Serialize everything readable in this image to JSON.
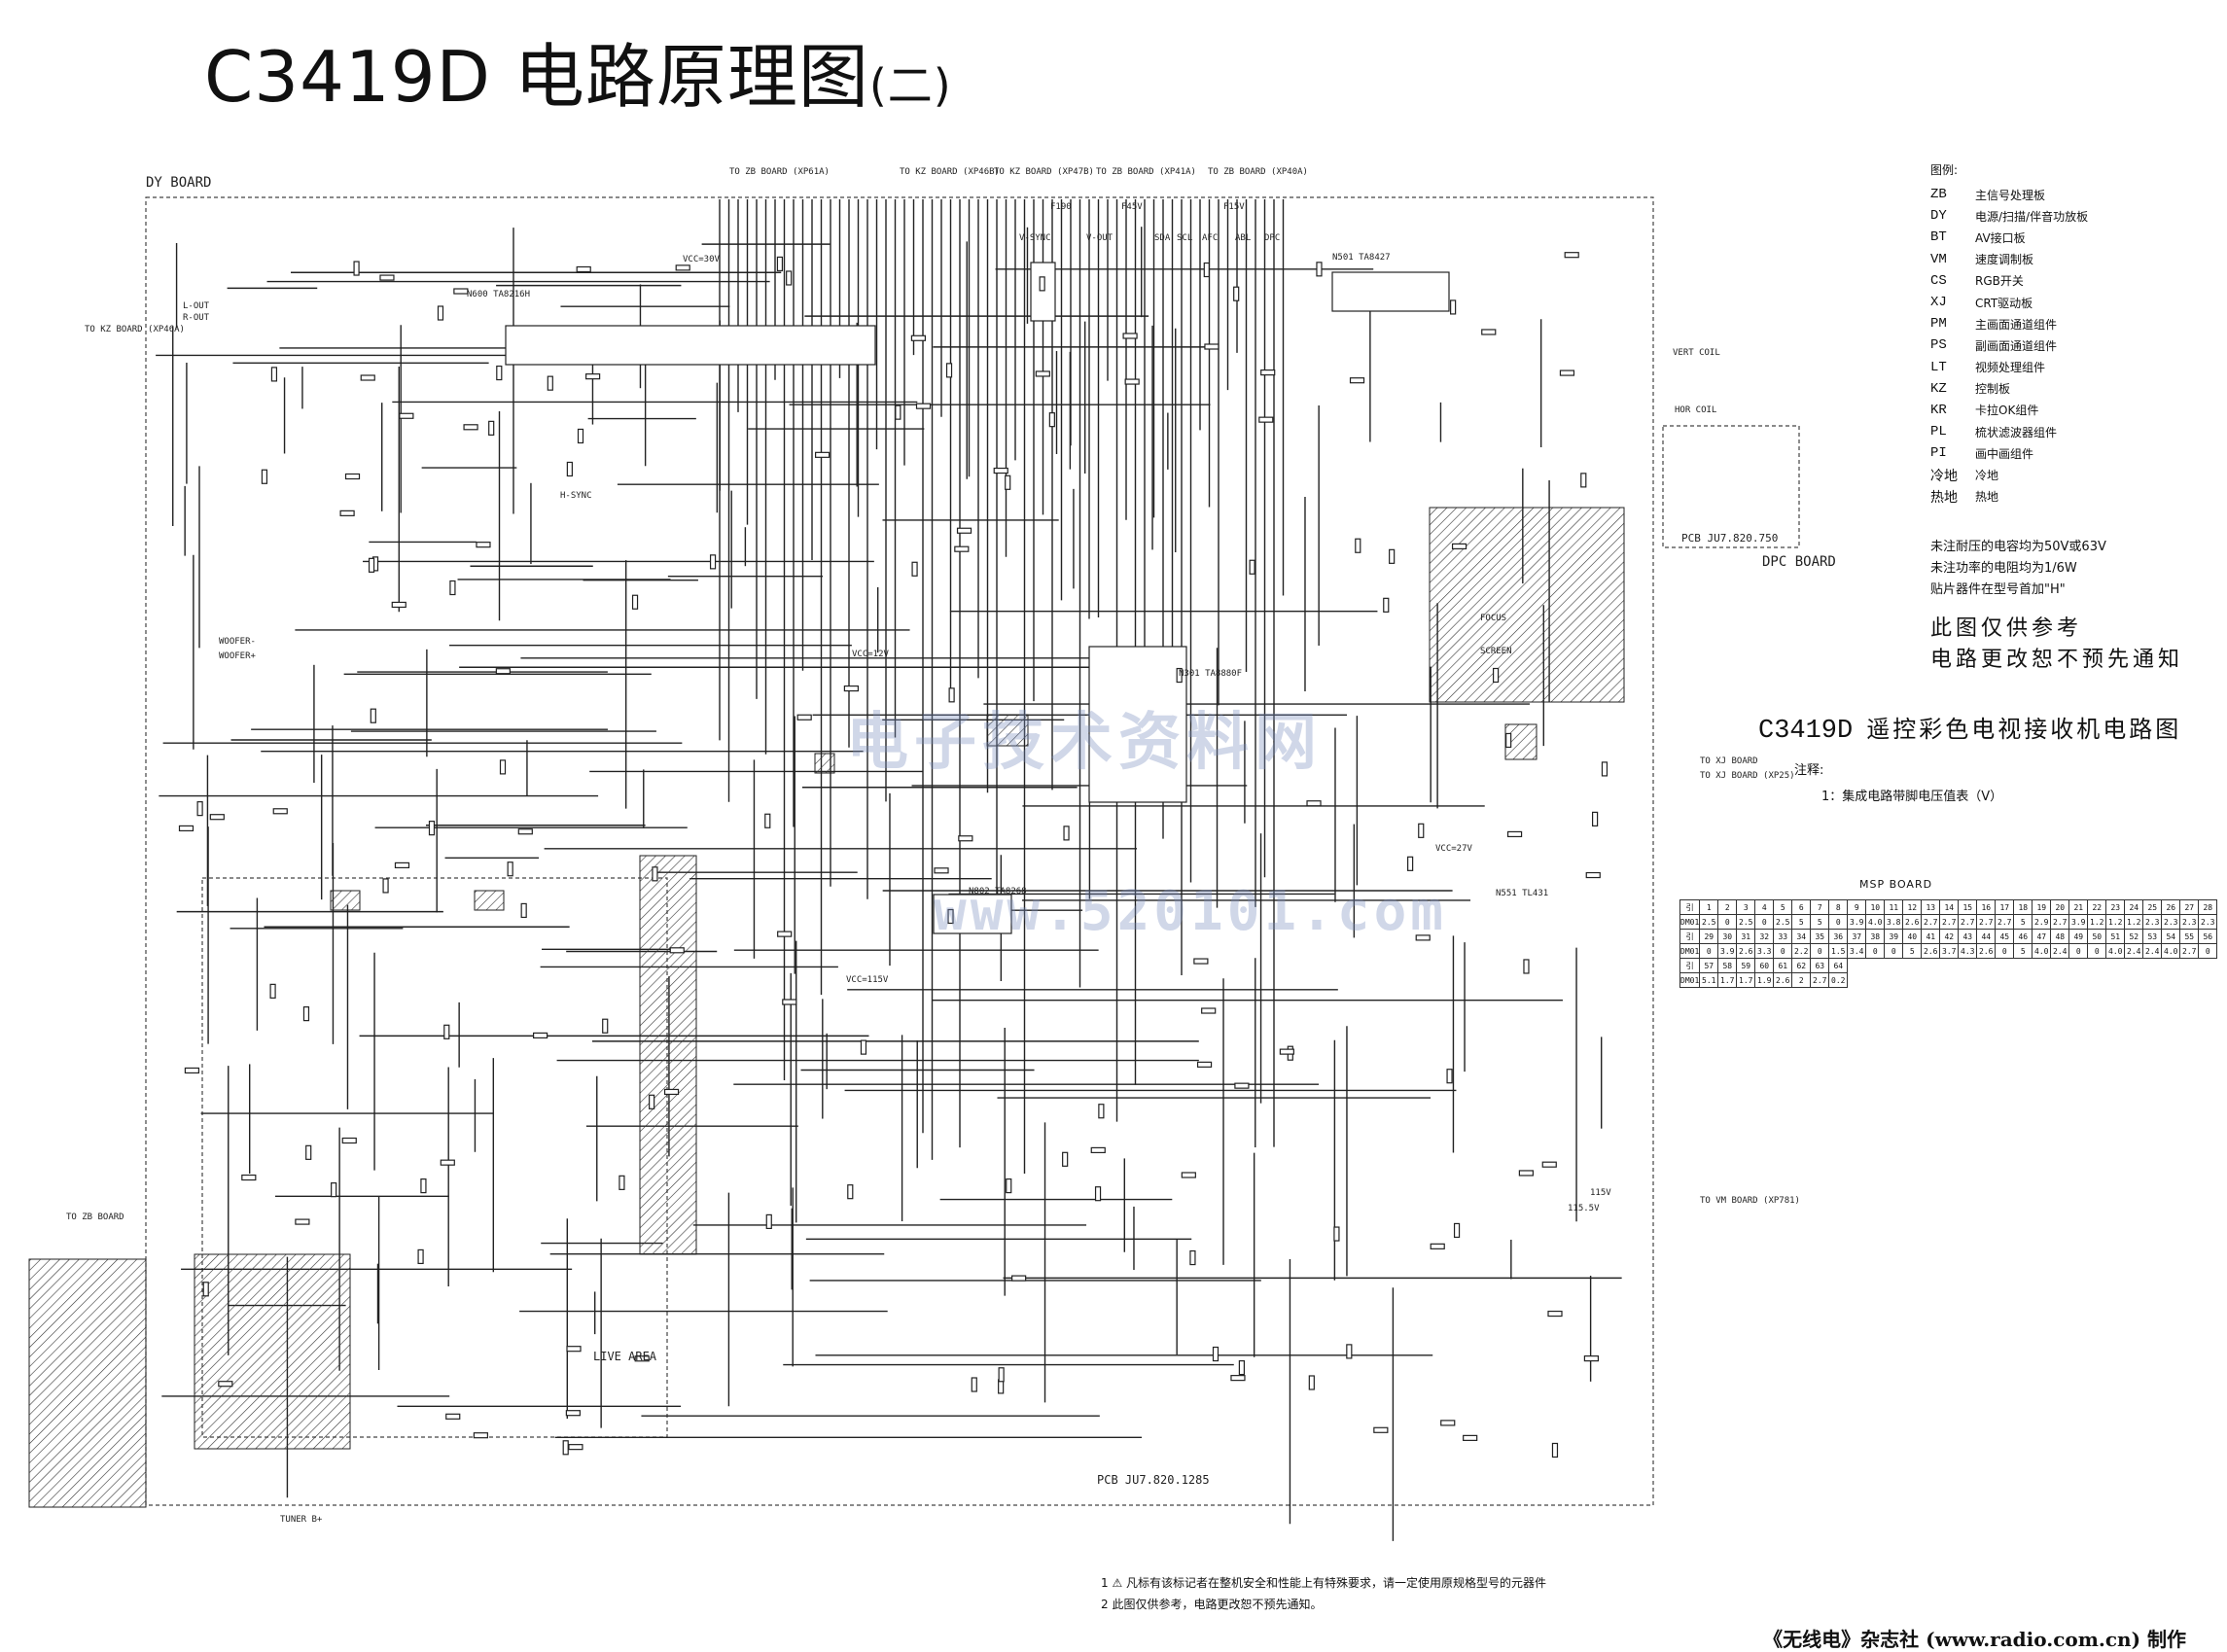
{
  "title": {
    "main": "C3419D 电路原理图",
    "sub": "(二)"
  },
  "board_labels": {
    "dy_board": "DY BOARD",
    "dpc_board": "DPC BOARD",
    "live_area": "LIVE AREA",
    "pcb_main": "PCB JU7.820.1285",
    "pcb_dpc": "PCB JU7.820.750",
    "msp_board": "MSP BOARD"
  },
  "connector_labels": [
    "TO ZB BOARD (XP61A)",
    "TO KZ BOARD (XP46B)",
    "TO KZ BOARD (XP47B)",
    "TO ZB BOARD (XP41A)",
    "TO ZB BOARD (XP40A)",
    "TO KZ BOARD (XP46A)",
    "TO XJ BOARD",
    "TO XJ BOARD (XP25)",
    "TO VM BOARD (XP781)",
    "TO ZB BOARD",
    "TUNER B+",
    "VERT COIL",
    "HOR COIL",
    "FOCUS",
    "SCREEN"
  ],
  "legend": {
    "header": "图例:",
    "items": [
      {
        "code": "ZB",
        "desc": "主信号处理板"
      },
      {
        "code": "DY",
        "desc": "电源/扫描/伴音功放板"
      },
      {
        "code": "BT",
        "desc": "AV接口板"
      },
      {
        "code": "VM",
        "desc": "速度调制板"
      },
      {
        "code": "CS",
        "desc": "RGB开关"
      },
      {
        "code": "XJ",
        "desc": "CRT驱动板"
      },
      {
        "code": "PM",
        "desc": "主画面通道组件"
      },
      {
        "code": "PS",
        "desc": "副画面通道组件"
      },
      {
        "code": "LT",
        "desc": "视频处理组件"
      },
      {
        "code": "KZ",
        "desc": "控制板"
      },
      {
        "code": "KR",
        "desc": "卡拉OK组件"
      },
      {
        "code": "PL",
        "desc": "梳状滤波器组件"
      },
      {
        "code": "PI",
        "desc": "画中画组件"
      },
      {
        "code": "冷地",
        "desc": "冷地"
      },
      {
        "code": "热地",
        "desc": "热地"
      }
    ]
  },
  "notes": [
    "未注耐压的电容均为50V或63V",
    "未注功率的电阻均为1/6W",
    "贴片器件在型号首加\"H\""
  ],
  "disclaimer": [
    "此图仅供参考",
    "电路更改恕不预先通知"
  ],
  "schematic_title": {
    "model": "C3419D",
    "name": "遥控彩色电视接收机电路图"
  },
  "annotation": {
    "header": "注释:",
    "line": "1：集成电路带脚电压值表（V）"
  },
  "msp_table": {
    "rows": [
      [
        "引",
        "1",
        "2",
        "3",
        "4",
        "5",
        "6",
        "7",
        "8",
        "9",
        "10",
        "11",
        "12",
        "13",
        "14",
        "15",
        "16",
        "17",
        "18",
        "19",
        "20",
        "21",
        "22",
        "23",
        "24",
        "25",
        "26",
        "27",
        "28"
      ],
      [
        "DM01",
        "2.5",
        "0",
        "2.5",
        "0",
        "2.5",
        "5",
        "5",
        "0",
        "3.9",
        "4.0",
        "3.8",
        "2.6",
        "2.7",
        "2.7",
        "2.7",
        "2.7",
        "2.7",
        "5",
        "2.9",
        "2.7",
        "3.9",
        "1.2",
        "1.2",
        "1.2",
        "2.3",
        "2.3",
        "2.3",
        "2.3"
      ],
      [
        "引",
        "29",
        "30",
        "31",
        "32",
        "33",
        "34",
        "35",
        "36",
        "37",
        "38",
        "39",
        "40",
        "41",
        "42",
        "43",
        "44",
        "45",
        "46",
        "47",
        "48",
        "49",
        "50",
        "51",
        "52",
        "53",
        "54",
        "55",
        "56"
      ],
      [
        "DM01",
        "0",
        "3.9",
        "2.6",
        "3.3",
        "0",
        "2.2",
        "0",
        "1.5",
        "3.4",
        "0",
        "0",
        "5",
        "2.6",
        "3.7",
        "4.3",
        "2.6",
        "0",
        "5",
        "4.0",
        "2.4",
        "0",
        "0",
        "4.0",
        "2.4",
        "2.4",
        "4.0",
        "2.7",
        "0"
      ],
      [
        "引",
        "57",
        "58",
        "59",
        "60",
        "61",
        "62",
        "63",
        "64"
      ],
      [
        "DM01",
        "5.1",
        "1.7",
        "1.7",
        "1.9",
        "2.6",
        "2",
        "2.7",
        "0.2"
      ]
    ]
  },
  "footer_notes": [
    "1 ⚠ 凡标有该标记者在整机安全和性能上有特殊要求，请一定使用原规格型号的元器件",
    "2 此图仅供参考，电路更改恕不预先通知。"
  ],
  "credit": "《无线电》杂志社 (www.radio.com.cn) 制作",
  "watermarks": [
    "电子技术资料网",
    "www.520101.com"
  ],
  "component_labels": [
    "N600 TA8216H",
    "N501 TA8427",
    "N301 TA8880F",
    "N551 TL431",
    "N802 TA8268",
    "VCC=30V",
    "VCC=12V",
    "VCC=27V",
    "VCC=115V",
    "L-OUT",
    "R-OUT",
    "WOOFER-",
    "WOOFER+",
    "115V",
    "115.5V",
    "F190",
    "F45V",
    "F15V",
    "V-OUT",
    "H-SYNC",
    "V-SYNC",
    "ABL",
    "AFC",
    "DPC",
    "SCL",
    "SDA"
  ]
}
